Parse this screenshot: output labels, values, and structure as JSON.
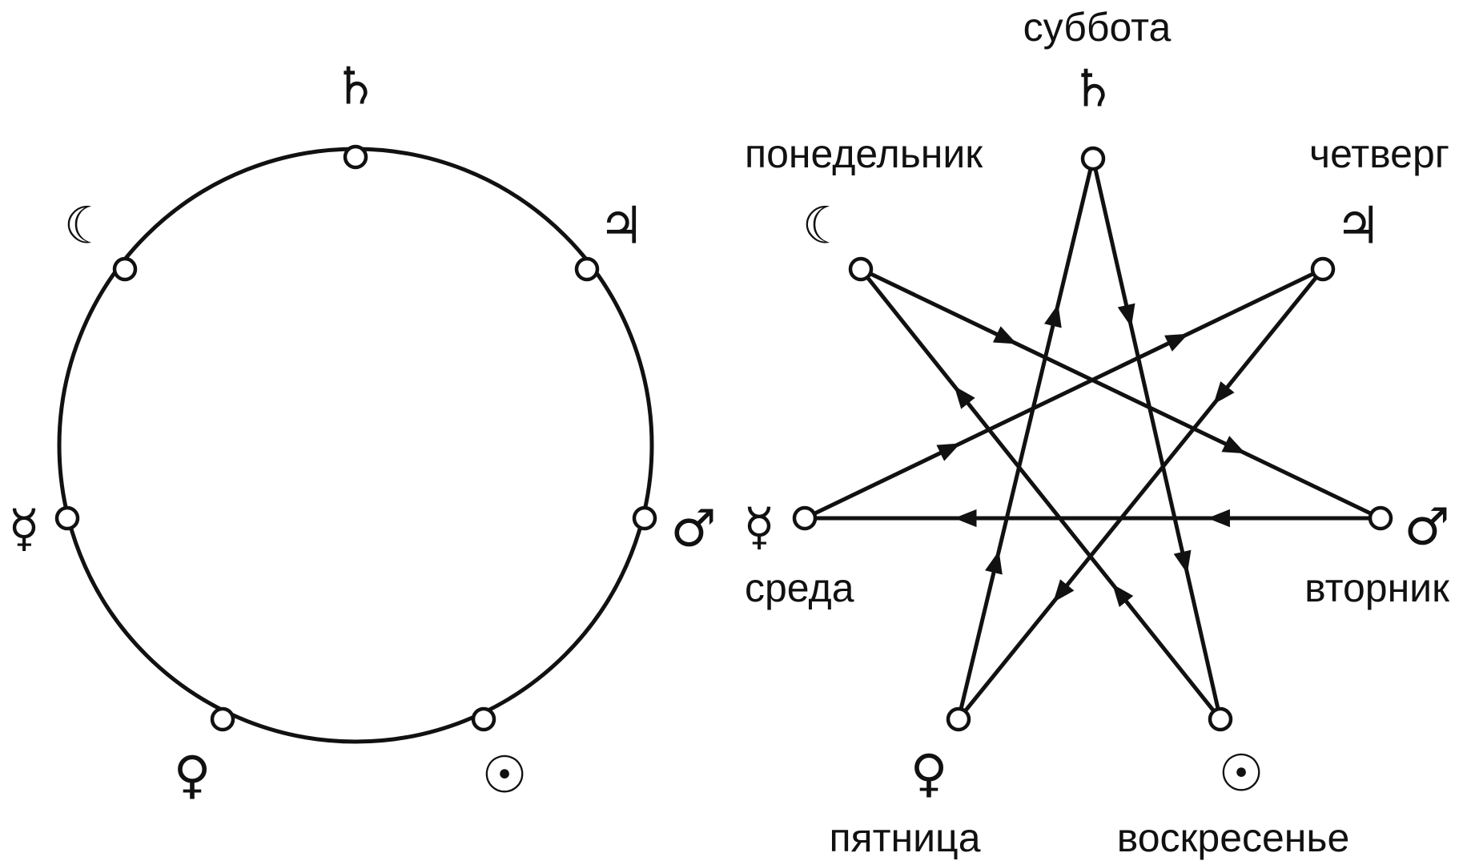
{
  "left_diagram": {
    "planets": [
      {
        "symbol": "♄"
      },
      {
        "symbol": "♃"
      },
      {
        "symbol": "♂"
      },
      {
        "symbol": "☉"
      },
      {
        "symbol": "♀"
      },
      {
        "symbol": "☿"
      },
      {
        "symbol": "☾"
      }
    ]
  },
  "right_diagram": {
    "planets": [
      {
        "symbol": "♄",
        "day": "суббота"
      },
      {
        "symbol": "♃",
        "day": "четверг"
      },
      {
        "symbol": "♂",
        "day": "вторник"
      },
      {
        "symbol": "☉",
        "day": "воскресенье"
      },
      {
        "symbol": "♀",
        "day": "пятница"
      },
      {
        "symbol": "☿",
        "day": "среда"
      },
      {
        "symbol": "☾",
        "day": "понедельник"
      }
    ],
    "sequence": [
      "☾",
      "♂",
      "☿",
      "♃",
      "♀",
      "♄",
      "☉"
    ]
  }
}
